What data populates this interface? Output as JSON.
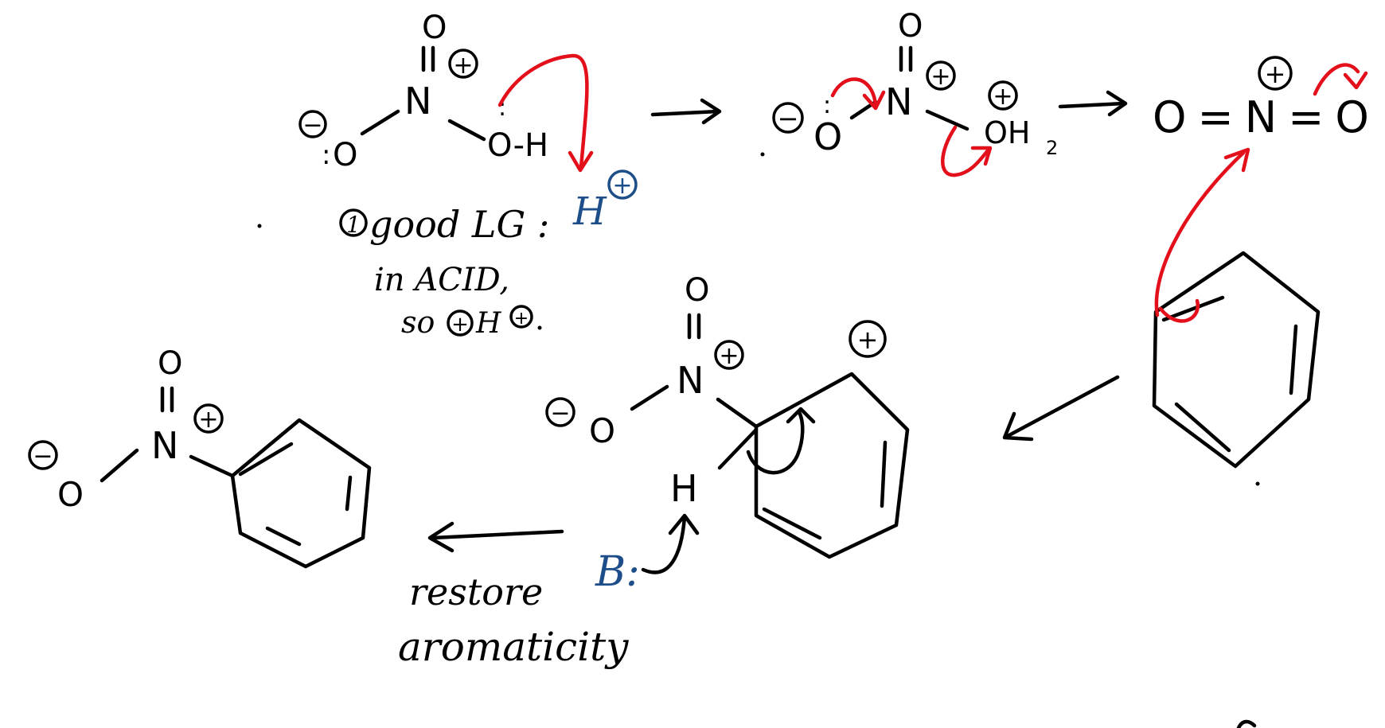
{
  "atoms": {
    "O": "O",
    "N": "N",
    "H": "H",
    "OH": "O-H",
    "OH2": "OH",
    "OH2_sub": "2",
    "plus": "+",
    "minus": "−",
    "lone_pair": ":",
    "H_plus": "H",
    "B_colon": "B:",
    "nitronium": "O=N=O"
  },
  "notes": {
    "step_number": "1",
    "good_lg": "good LG :",
    "in_acid": "in ACID,",
    "so_line": "so"
  },
  "captions": {
    "restore_1": "restore",
    "restore_2": "aromaticity"
  },
  "colors": {
    "ink": "#000000",
    "arrow_red": "#e3101c",
    "reagent_blue": "#1d4e8a"
  }
}
